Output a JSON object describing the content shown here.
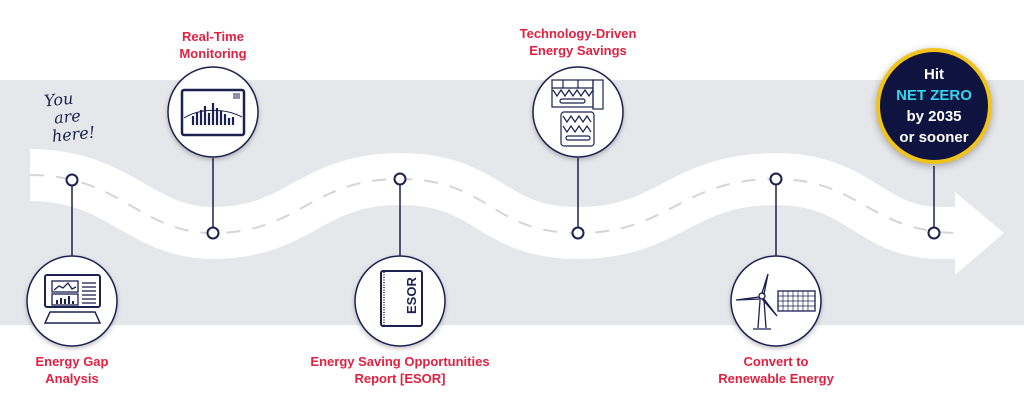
{
  "annotation": {
    "line1": "You",
    "line2": "are",
    "line3": "here!"
  },
  "steps": [
    {
      "label_line1": "Energy Gap",
      "label_line2": "Analysis",
      "icon": "computer-dashboard-icon"
    },
    {
      "label_line1": "Real-Time",
      "label_line2": "Monitoring",
      "icon": "monitoring-chart-icon"
    },
    {
      "label_line1": "Energy Saving Opportunities",
      "label_line2": "Report [ESOR]",
      "icon": "report-book-icon",
      "icon_text": "ESOR"
    },
    {
      "label_line1": "Technology-Driven",
      "label_line2": "Energy Savings",
      "icon": "hvac-equipment-icon"
    },
    {
      "label_line1": "Convert to",
      "label_line2": "Renewable Energy",
      "icon": "wind-solar-icon"
    }
  ],
  "goal": {
    "line1": "Hit",
    "line2": "NET ZERO",
    "line3": "by 2035",
    "line4": "or sooner"
  },
  "colors": {
    "accent": "#e3203f",
    "navy": "#141a40",
    "band": "#e6e7eb",
    "goal_ring": "#f2c318",
    "highlight": "#34d7f0"
  }
}
